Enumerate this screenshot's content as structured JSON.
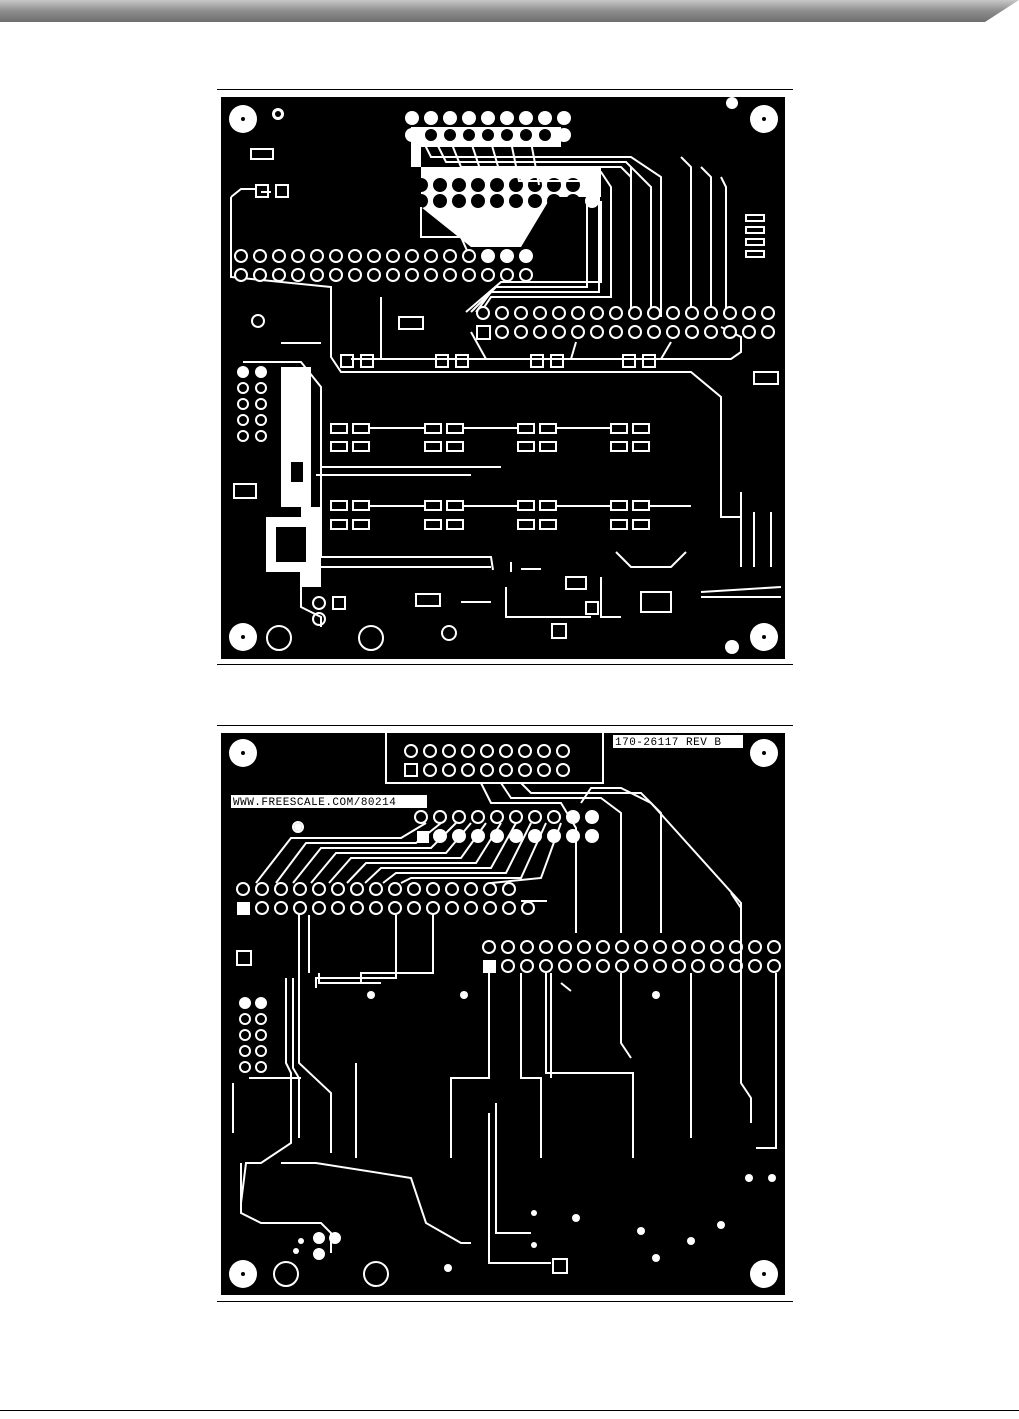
{
  "top_board": {
    "name": "top-layer-artwork"
  },
  "bottom_board": {
    "name": "bottom-layer-artwork",
    "label_rev": "170-26117 REV B",
    "label_url": "WWW.FREESCALE.COM/80214"
  },
  "colors": {
    "header": "#9a9a9a",
    "board": "#000000",
    "copper": "#ffffff"
  }
}
